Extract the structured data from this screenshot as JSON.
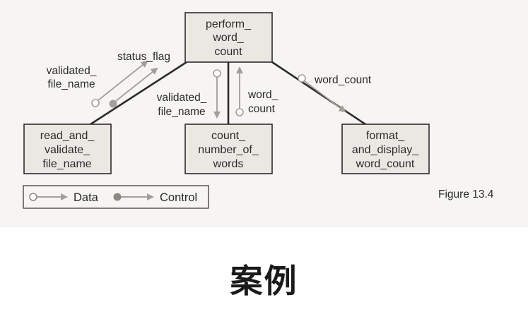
{
  "modules": {
    "top": [
      "perform_",
      "word_",
      "count"
    ],
    "left": [
      "read_and_",
      "validate_",
      "file_name"
    ],
    "middle": [
      "count_",
      "number_of_",
      "words"
    ],
    "right": [
      "format_",
      "and_display_",
      "word_count"
    ]
  },
  "flows": {
    "validated_file_name_up": [
      "validated_",
      "file_name"
    ],
    "status_flag": "status_flag",
    "validated_file_name_down": [
      "validated_",
      "file_name"
    ],
    "word_count_up": [
      "word_",
      "count"
    ],
    "word_count_right": "word_count"
  },
  "legend": {
    "data": "Data",
    "control": "Control"
  },
  "figure_label": "Figure 13.4",
  "caption": "案例"
}
